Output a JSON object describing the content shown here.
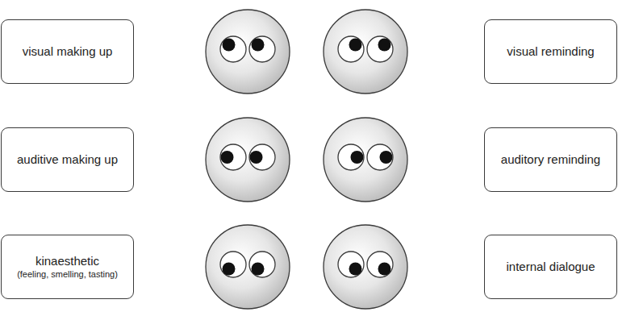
{
  "diagram": {
    "nodes": [
      {
        "text": [
          "visual making up"
        ]
      },
      {
        "text": [
          "visual reminding"
        ]
      },
      {
        "text": [
          "auditive making up"
        ]
      },
      {
        "text": [
          "auditory reminding"
        ]
      },
      {
        "text": [
          "kinaesthetic",
          "(feeling, smelling, tasting)"
        ]
      },
      {
        "text": [
          "internal dialogue"
        ]
      }
    ]
  }
}
